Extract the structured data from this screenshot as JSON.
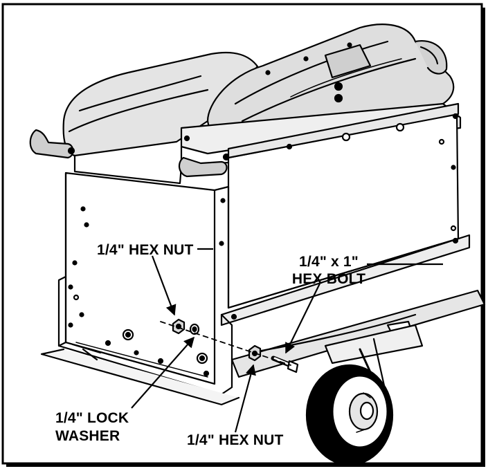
{
  "callouts": {
    "hex_nut_top": "1/4\" HEX NUT",
    "hex_bolt_line1": "1/4\" x 1\"",
    "hex_bolt_line2": "HEX BOLT",
    "lock_washer_line1": "1/4\" LOCK",
    "lock_washer_line2": "WASHER",
    "hex_nut_bottom": "1/4\" HEX NUT"
  }
}
